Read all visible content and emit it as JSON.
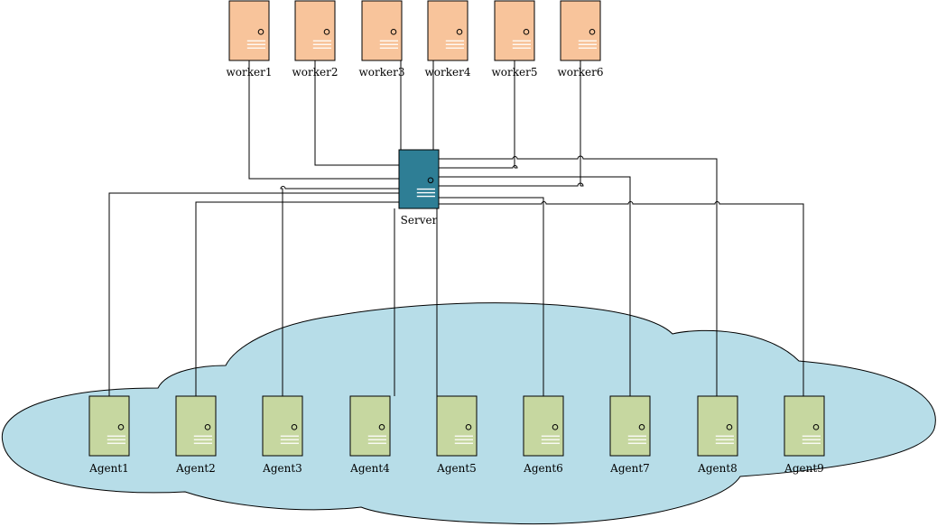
{
  "colors": {
    "worker": "#F8C49B",
    "server": "#2E7E95",
    "agent": "#C6D7A0",
    "cloud": "#B7DDE8",
    "line": "#000000"
  },
  "workers": [
    {
      "label": "worker1",
      "icon": "server-tower-icon"
    },
    {
      "label": "worker2",
      "icon": "server-tower-icon"
    },
    {
      "label": "worker3",
      "icon": "server-tower-icon"
    },
    {
      "label": "worker4",
      "icon": "server-tower-icon"
    },
    {
      "label": "worker5",
      "icon": "server-tower-icon"
    },
    {
      "label": "worker6",
      "icon": "server-tower-icon"
    }
  ],
  "server": {
    "label": "Server",
    "icon": "server-tower-icon"
  },
  "agents": [
    {
      "label": "Agent1",
      "icon": "server-tower-icon"
    },
    {
      "label": "Agent2",
      "icon": "server-tower-icon"
    },
    {
      "label": "Agent3",
      "icon": "server-tower-icon"
    },
    {
      "label": "Agent4",
      "icon": "server-tower-icon"
    },
    {
      "label": "Agent5",
      "icon": "server-tower-icon"
    },
    {
      "label": "Agent6",
      "icon": "server-tower-icon"
    },
    {
      "label": "Agent7",
      "icon": "server-tower-icon"
    },
    {
      "label": "Agent8",
      "icon": "server-tower-icon"
    },
    {
      "label": "Agent9",
      "icon": "server-tower-icon"
    }
  ]
}
